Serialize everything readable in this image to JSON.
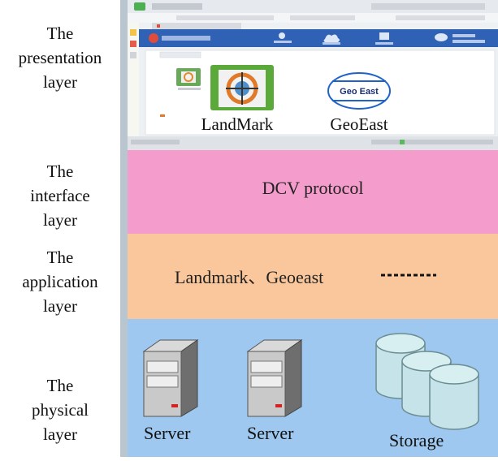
{
  "layers": {
    "presentation": "The\npresentation\nlayer",
    "interface": "The\ninterface\nlayer",
    "application": "The\napplication\nlayer",
    "physical": "The\nphysical\nlayer"
  },
  "screen": {
    "app1": "LandMark",
    "app2": "GeoEast",
    "app2_logo": "Geo East"
  },
  "bands": {
    "interface_text": "DCV  protocol",
    "application_text": "Landmark、Geoeast"
  },
  "physical": {
    "server1": "Server",
    "server2": "Server",
    "storage": "Storage"
  },
  "colors": {
    "interface": "#f49ccb",
    "application": "#f9c79b",
    "physical": "#9ec8ef",
    "browser_header": "#2f62b5",
    "landmark_logo": "#5aa93a"
  }
}
